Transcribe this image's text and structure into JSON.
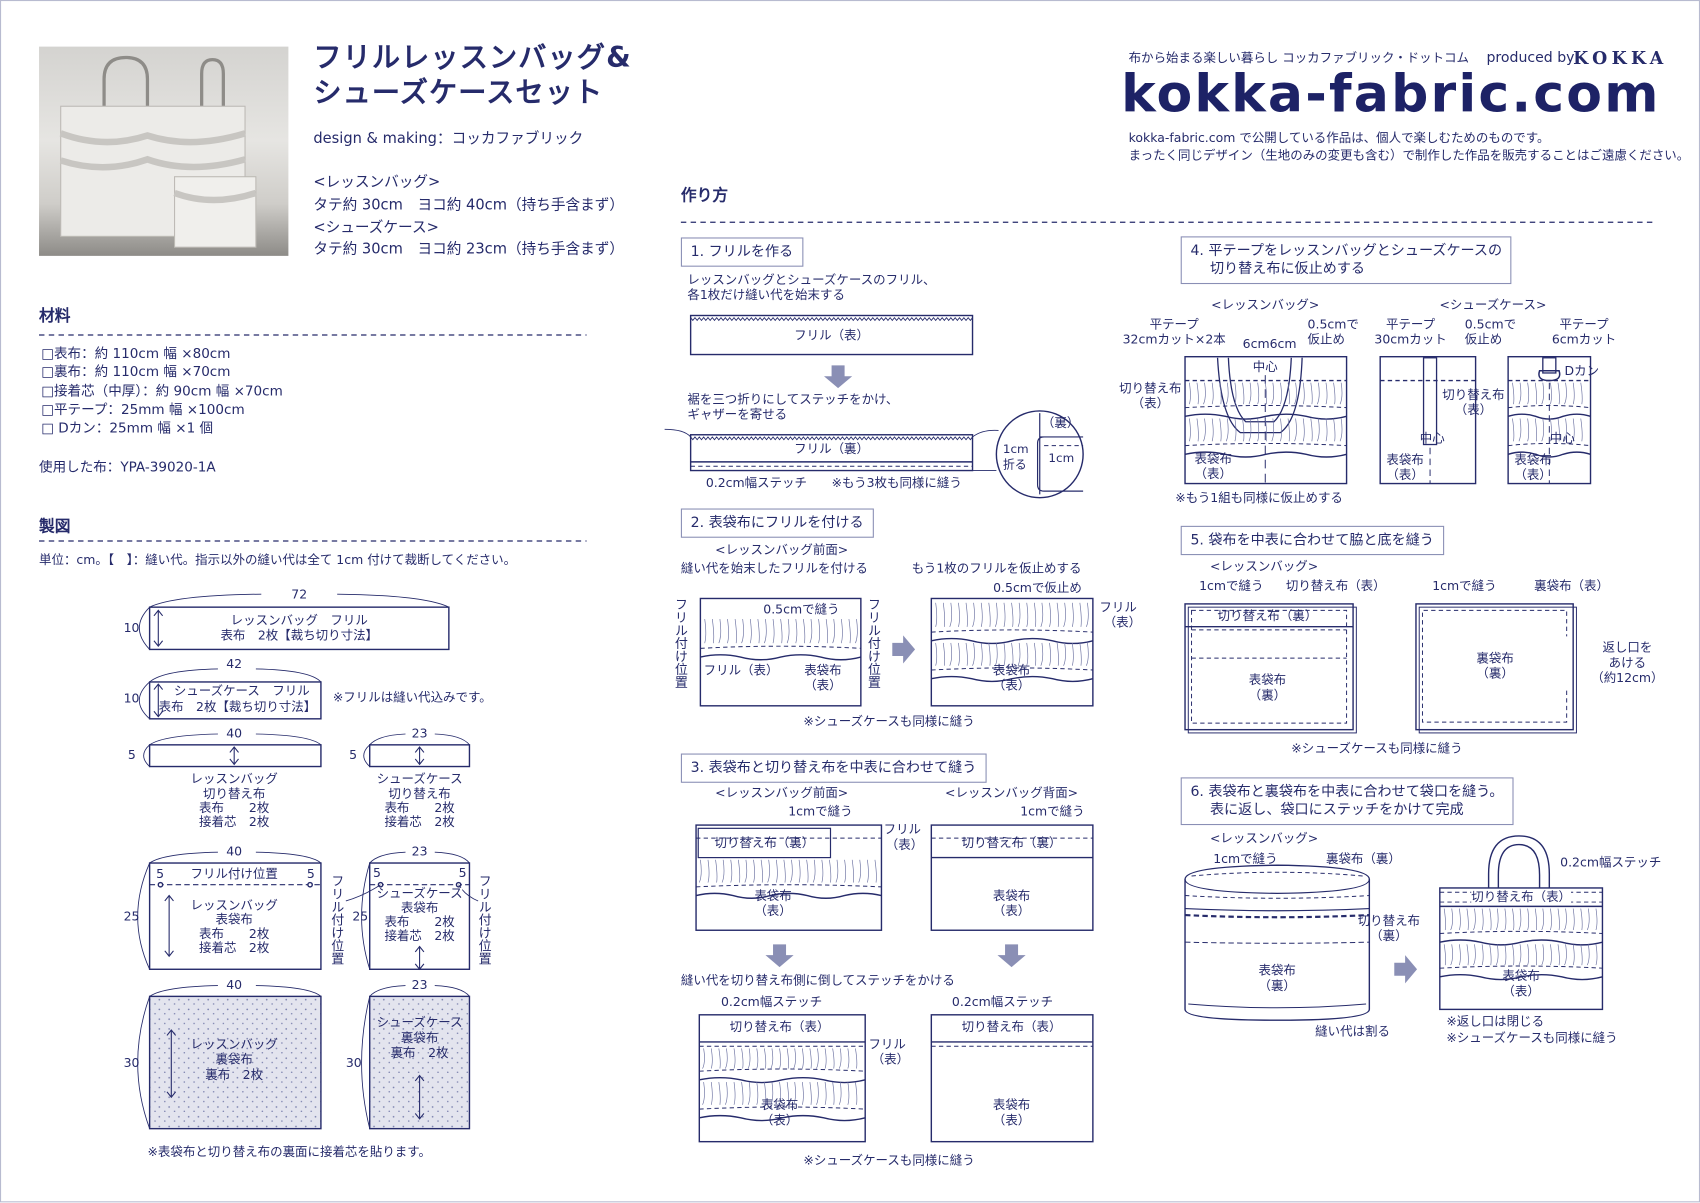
{
  "header": {
    "title_line1": "フリルレッスンバッグ&",
    "title_line2": "シューズケースセット",
    "credit": "design & making：コッカファブリック",
    "lesson_bag_heading": "<レッスンバッグ>",
    "lesson_bag_size": "タテ約 30cm　ヨコ約 40cm（持ち手含まず）",
    "shoe_case_heading": "<シューズケース>",
    "shoe_case_size": "タテ約 30cm　ヨコ約 23cm（持ち手含まず）"
  },
  "brand": {
    "tagline": "布から始まる楽しい暮らし コッカファブリック・ドットコム",
    "produced_by": "produced by",
    "kokka": "KOKKA",
    "logo": "kokka-fabric.com",
    "notice1": "kokka-fabric.com で公開している作品は、個人で楽しむためのものです。",
    "notice2": "まったく同じデザイン（生地のみの変更も含む）で制作した作品を販売することはご遠慮ください。"
  },
  "materials": {
    "heading": "材料",
    "items": [
      "□表布：約 110cm 幅 ×80cm",
      "□裏布：約 110cm 幅 ×70cm",
      "□接着芯（中厚）：約 90cm 幅 ×70cm",
      "□平テープ：25mm 幅 ×100cm",
      "□ Dカン：25mm 幅 ×1 個"
    ],
    "fabric_used": "使用した布：YPA-39020-1A"
  },
  "pattern": {
    "heading": "製図",
    "unit_note": "単位：cm。【　】：縫い代。指示以外の縫い代は全て 1cm 付けて裁断してください。",
    "frill_lb": {
      "w": "72",
      "h": "10",
      "lines": [
        "レッスンバッグ　フリル",
        "表布　2枚【裁ち切り寸法】"
      ]
    },
    "frill_sc": {
      "w": "42",
      "h": "10",
      "lines": [
        "シューズケース　フリル",
        "表布　2枚【裁ち切り寸法】"
      ],
      "note": "※フリルは縫い代込みです。"
    },
    "switch_lb": {
      "w": "40",
      "h": "5",
      "lines": [
        "レッスンバッグ",
        "切り替え布",
        "表布　　2枚",
        "接着芯　2枚"
      ]
    },
    "switch_sc": {
      "w": "23",
      "h": "5",
      "lines": [
        "シューズケース",
        "切り替え布",
        "表布　　2枚",
        "接着芯　2枚"
      ]
    },
    "outer_lb": {
      "w": "40",
      "h": "25",
      "margin": "5",
      "frill_pos": "フリル付け位置",
      "lines": [
        "レッスンバッグ",
        "表袋布",
        "表布　　2枚",
        "接着芯　2枚"
      ]
    },
    "outer_sc": {
      "w": "23",
      "h": "25",
      "margin": "5",
      "frill_pos": "フリル付け位置",
      "lines": [
        "シューズケース",
        "表袋布",
        "表布　　2枚",
        "接着芯　2枚"
      ]
    },
    "lining_lb": {
      "w": "40",
      "h": "30",
      "lines": [
        "レッスンバッグ",
        "裏袋布",
        "裏布　2枚"
      ]
    },
    "lining_sc": {
      "w": "23",
      "h": "30",
      "lines": [
        "シューズケース",
        "裏袋布",
        "裏布　2枚"
      ]
    },
    "footnote": "※表袋布と切り替え布の裏面に接着芯を貼ります。"
  },
  "howto": {
    "heading": "作り方",
    "step1": {
      "title": "1. フリルを作る",
      "desc1": "レッスンバッグとシューズケースのフリル、",
      "desc2": "各1枚だけ縫い代を始末する",
      "frill_front": "フリル（表）",
      "desc3": "裾を三つ折りにしてステッチをかけ、",
      "desc4": "ギャザーを寄せる",
      "frill_back": "フリル（裏）",
      "stitch": "0.2cm幅ステッチ",
      "note": "※もう3枚も同様に縫う",
      "detail_back": "（裏）",
      "detail_fold": "1cm",
      "detail_fold2": "折る",
      "detail_1cm": "1cm"
    },
    "step2": {
      "title": "2. 表袋布にフリルを付ける",
      "sub": "<レッスンバッグ前面>",
      "desc_left": "縫い代を始末したフリルを付ける",
      "desc_right": "もう1枚のフリルを仮止めする",
      "sew05": "0.5cmで縫う",
      "frill_pos": "フリル付け位置",
      "frill_front": "フリル（表）",
      "outer_front": "表袋布",
      "front_paren": "（表）",
      "baste05": "0.5cmで仮止め",
      "frill_label": "フリル",
      "note": "※シューズケースも同様に縫う"
    },
    "step3": {
      "title": "3. 表袋布と切り替え布を中表に合わせて縫う",
      "sub_front": "<レッスンバッグ前面>",
      "sub_back": "<レッスンバッグ背面>",
      "sew1": "1cmで縫う",
      "switch_back": "切り替え布（裏）",
      "frill": "フリル",
      "front_paren": "（表）",
      "outer": "表袋布",
      "desc": "縫い代を切り替え布側に倒してステッチをかける",
      "stitch": "0.2cm幅ステッチ",
      "switch_front": "切り替え布（表）",
      "note": "※シューズケースも同様に縫う"
    },
    "step4": {
      "title1": "4. 平テープをレッスンバッグとシューズケースの",
      "title2": "切り替え布に仮止めする",
      "sub_lb": "<レッスンバッグ>",
      "sub_sc": "<シューズケース>",
      "tape": "平テープ",
      "tape32": "32cmカット×2本",
      "six": "6cm6cm",
      "baste1": "0.5cmで",
      "baste2": "仮止め",
      "center": "中心",
      "switch": "切り替え布",
      "front_paren": "（表）",
      "outer": "表袋布",
      "tape30": "30cmカット",
      "tape6": "6cmカット",
      "dring": "Dカン",
      "note": "※もう1組も同様に仮止めする"
    },
    "step5": {
      "title": "5. 袋布を中表に合わせて脇と底を縫う",
      "sub": "<レッスンバッグ>",
      "sew1": "1cmで縫う",
      "switch_front": "切り替え布（表）",
      "switch_back": "切り替え布（裏）",
      "outer": "表袋布",
      "back_paren": "（裏）",
      "lining_front": "裏袋布（表）",
      "lining": "裏袋布",
      "opening1": "返し口を",
      "opening2": "あける",
      "opening3": "（約12cm）",
      "note": "※シューズケースも同様に縫う"
    },
    "step6": {
      "title1": "6. 表袋布と裏袋布を中表に合わせて袋口を縫う。",
      "title2": "表に返し、袋口にステッチをかけて完成",
      "sub": "<レッスンバッグ>",
      "sew1": "1cmで縫う",
      "lining_back": "裏袋布（裏）",
      "switch": "切り替え布",
      "back_paren": "（裏）",
      "outer": "表袋布",
      "seam_open": "縫い代は割る",
      "stitch": "0.2cm幅ステッチ",
      "switch_front": "切り替え布（表）",
      "front_paren": "（表）",
      "note1": "※返し口は閉じる",
      "note2": "※シューズケースも同様に縫う"
    }
  },
  "colors": {
    "ink": "#262b6b",
    "arrow": "#8a8fb5",
    "lining_fill": "#e3e4ee"
  }
}
